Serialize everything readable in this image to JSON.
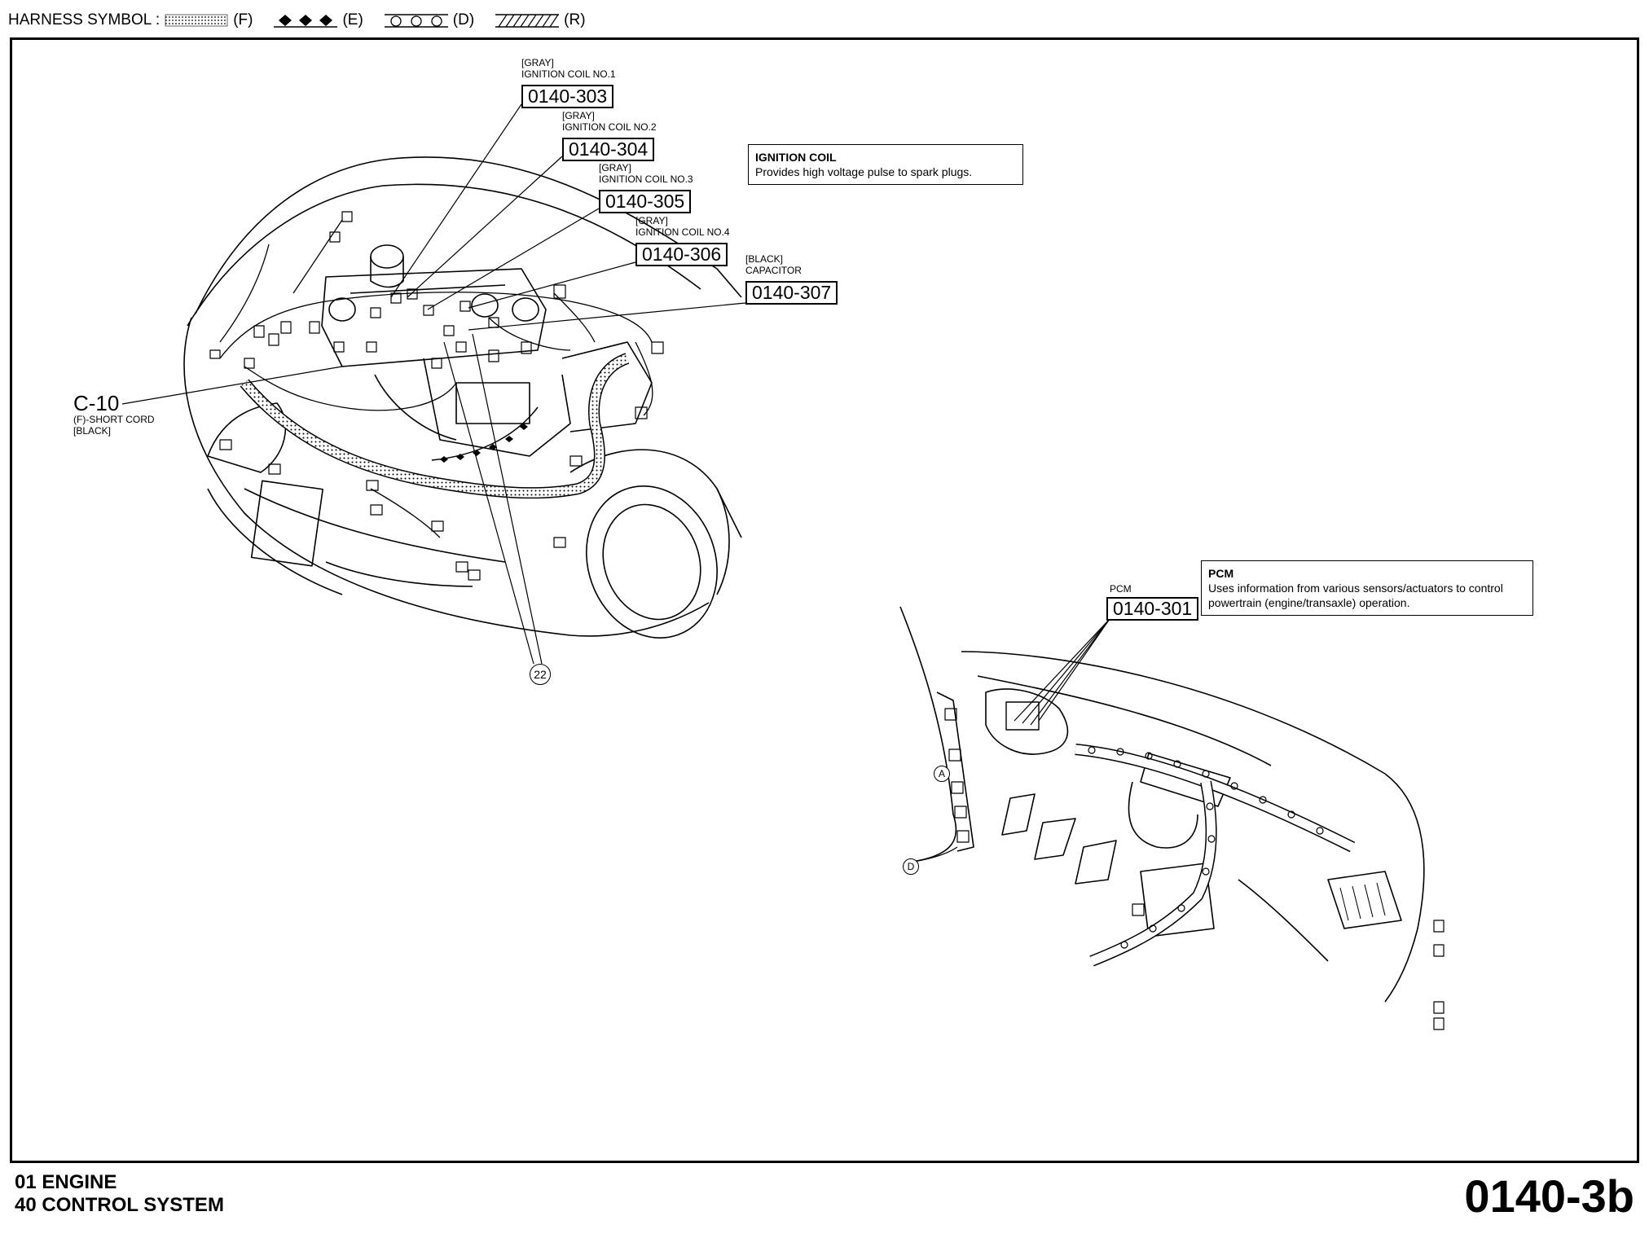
{
  "header": {
    "harness_label": "HARNESS SYMBOL :",
    "symbols": [
      {
        "key": "(F)",
        "icon": "dotted-hatch"
      },
      {
        "key": "(E)",
        "icon": "diamond-chain"
      },
      {
        "key": "(D)",
        "icon": "circle-chain"
      },
      {
        "key": "(R)",
        "icon": "diagonal-hatch"
      }
    ]
  },
  "engine_callouts": [
    {
      "color": "[GRAY]",
      "name": "IGNITION COIL NO.1",
      "code": "0140-303"
    },
    {
      "color": "[GRAY]",
      "name": "IGNITION COIL NO.2",
      "code": "0140-304"
    },
    {
      "color": "[GRAY]",
      "name": "IGNITION COIL NO.3",
      "code": "0140-305"
    },
    {
      "color": "[GRAY]",
      "name": "IGNITION COIL NO.4",
      "code": "0140-306"
    },
    {
      "color": "[BLACK]",
      "name": "CAPACITOR",
      "code": "0140-307"
    }
  ],
  "ignition_note": {
    "title": "IGNITION COIL",
    "text": "Provides high voltage pulse to spark plugs."
  },
  "connector_c10": {
    "code": "C-10",
    "line1": "(F)-SHORT CORD",
    "line2": "[BLACK]"
  },
  "ground_point": "22",
  "pcm_callout": {
    "name": "PCM",
    "code": "0140-301"
  },
  "pcm_note": {
    "title": "PCM",
    "text": "Uses information from various sensors/actuators to control powertrain (engine/transaxle) operation."
  },
  "dash_markers": [
    "A",
    "D"
  ],
  "footer": {
    "line1": "01  ENGINE",
    "line2": "40  CONTROL SYSTEM",
    "page": "0140-3b"
  }
}
